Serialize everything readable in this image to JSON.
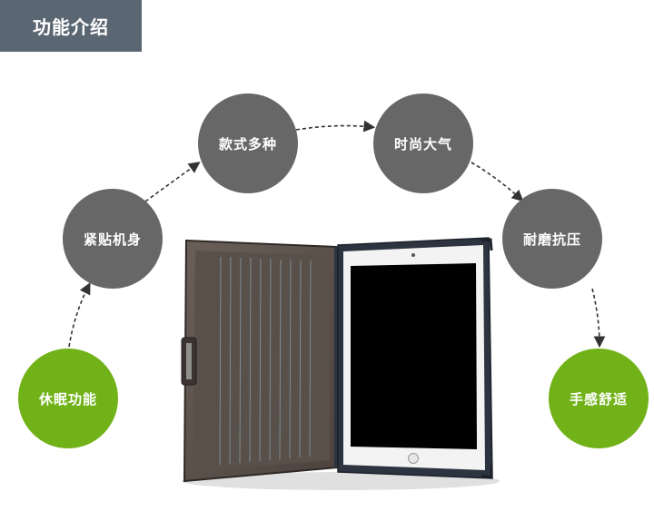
{
  "header": {
    "title": "功能介绍"
  },
  "features": [
    {
      "label": "休眠功能",
      "kind": "green"
    },
    {
      "label": "紧贴机身",
      "kind": "gray"
    },
    {
      "label": "款式多种",
      "kind": "gray"
    },
    {
      "label": "时尚大气",
      "kind": "gray"
    },
    {
      "label": "耐磨抗压",
      "kind": "gray"
    },
    {
      "label": "手感舒适",
      "kind": "green"
    }
  ],
  "colors": {
    "header_bg": "#5a6672",
    "feature_gray": "#676767",
    "feature_green": "#71b218",
    "arrow": "#333333"
  },
  "product_image": "tablet-with-folio-case"
}
